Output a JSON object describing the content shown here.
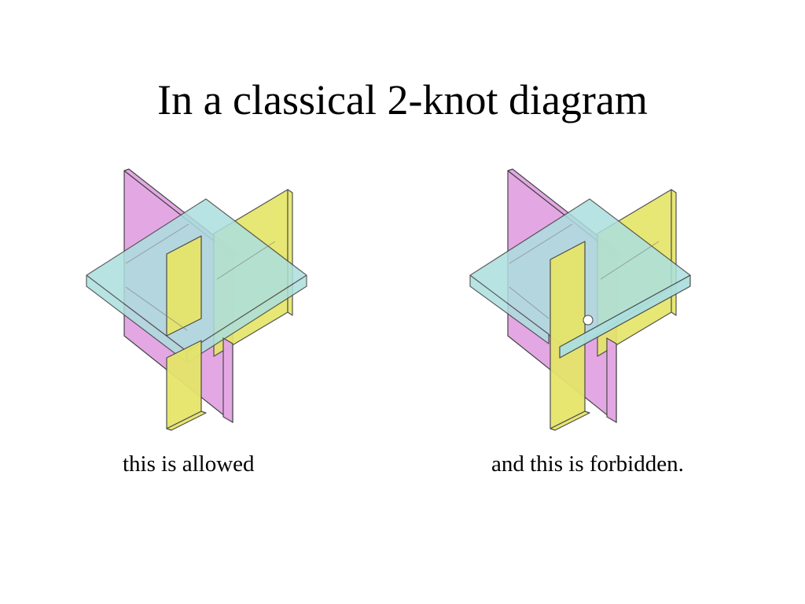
{
  "title": "In a classical 2-knot diagram",
  "colors": {
    "pink": "#e3a8e3",
    "yellow": "#e5e56a",
    "cyan": "#acdfdf",
    "outline": "#444444"
  },
  "figures": [
    {
      "caption": "this is allowed"
    },
    {
      "caption": "and this is forbidden."
    }
  ]
}
